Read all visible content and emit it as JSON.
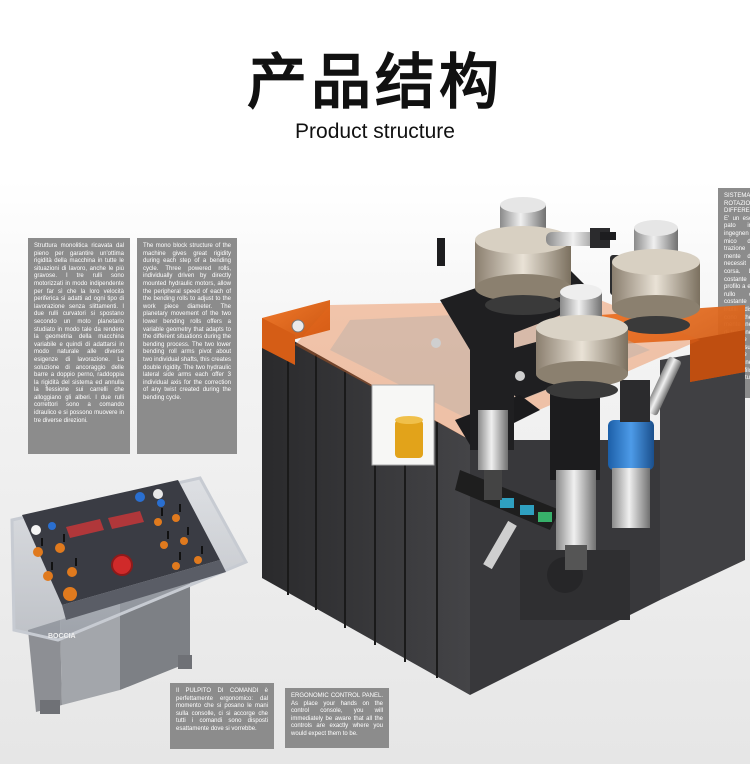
{
  "title": {
    "cn": "产品结构",
    "en": "Product structure"
  },
  "text_blocks": {
    "italian_structure": "Struttura monolitica ricavata dal pieno per garantire un'ottima rigidità della macchina in tutte le situazioni di lavoro, anche le più gravose. I tre rulli sono motorizzati in modo indipendente per far sì che la loro velocità periferica si adatti ad ogni tipo di lavorazione senza slittamenti. I due rulli curvatori si spostano secondo un moto planetario studiato in modo tale da rendere la geometria della macchina variabile e quindi di adattarsi in modo naturale alle diverse esigenze di lavorazione. La soluzione di ancoraggio delle barre a doppio perno, raddoppia la rigidità del sistema ed annulla la flessione sui carrelli che alloggiano gli alberi. I due rulli correttori sono a comando idraulico e si possono muovere in tre diverse direzioni.",
    "english_structure": "The mono block structure of the machine gives great rigidity during each step of a bending cycle. Three powered rolls, individually driven by directly mounted hydraulic motors, allow the peripheral speed of each of the bending rolls to adjust to the work piece diameter. The planetary movement of the two lower bending rolls offers a variable geometry that adapts to the different situations during the bending process. The two lower bending roll arms pivot about two individual shafts, this creates double rigidity. The two hydraulic lateral side arms each offer 3 individual axis for the correction of any twist created during the bending cycle.",
    "right_partial": "SISTEMA ROTAZIO DIFFERE E' un esc pato in ingegnen mico di trazione mente di necessit corsa. L costante profilo a el rullo c costante inutili dis cono the mente ne di trazione costante no sul costante delle ne del profilo di piegatu",
    "italian_control": "Il PULPITO DI COMANDI è perfettamente ergonomico: dal momento che si posano le mani sulla consolle, ci si accorge che tutti i comandi sono disposti esattamente dove si vorrebbe.",
    "english_control": "ERGONOMIC CONTROL PANEL. As place your hands on the control console, you will immediately be aware that all the controls are exactly where you would expect them to be."
  },
  "console_brand": "BOCCIA",
  "colors": {
    "machine_orange": "#e8671c",
    "machine_dark": "#2b2b2d",
    "text_box_gray": "#8c8c8c",
    "console_panel": "#3a3c44",
    "hydraulic_blue": "#2e7bd0"
  }
}
